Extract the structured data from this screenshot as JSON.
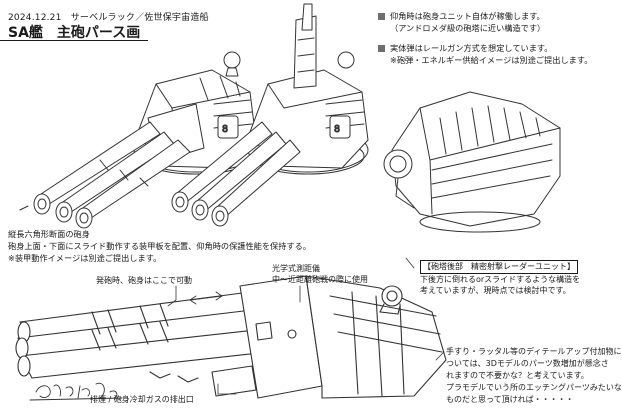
{
  "header": {
    "date": "2024.12.21",
    "studio": "サーベルラック／佐世保宇宙造船",
    "title": "SA艦　主砲パース画"
  },
  "notes": {
    "elevation": "仰角時は砲身ユニット自体が稼働します。",
    "elevation_sub": "（アンドロメダ級の砲塔に近い構造です）",
    "railgun": "実体弾はレールガン方式を想定しています。",
    "railgun_sub": "※砲弾・エネルギー供給イメージは別途ご提出します。"
  },
  "barrel_note": {
    "line1": "縦長六角形断面の砲身",
    "line2": "砲身上面・下面にスライド動作する装甲板を配置、仰角時の保護性能を保持する。",
    "line3": "※装甲動作イメージは別途ご提出します。"
  },
  "rear_note": {
    "label": "【砲塔後部　精密射撃レーダーユニット】",
    "line1": "下後方に倒れるorスライドするような構造を",
    "line2": "考えていますが、現時点では検討中です。"
  },
  "callouts": {
    "firing": "発砲時、砲身はここで可動",
    "optic": "光学式測距儀",
    "optic_sub": "中～近距離砲戦の際に使用",
    "exhaust": "排煙 / 砲身冷却ガスの排出口"
  },
  "detail_note": {
    "line1": "手すり・ラッタル等のディテールアップ付加物に",
    "line2": "ついては、3Dモデルのパーツ数増加が懸念さ",
    "line3": "れますので不要かな？と考えています。",
    "line4": "プラモデルでいう所のエッチングパーツみたいな",
    "line5": "ものだと思って頂ければ・・・・・"
  },
  "signature": "SaberRack"
}
